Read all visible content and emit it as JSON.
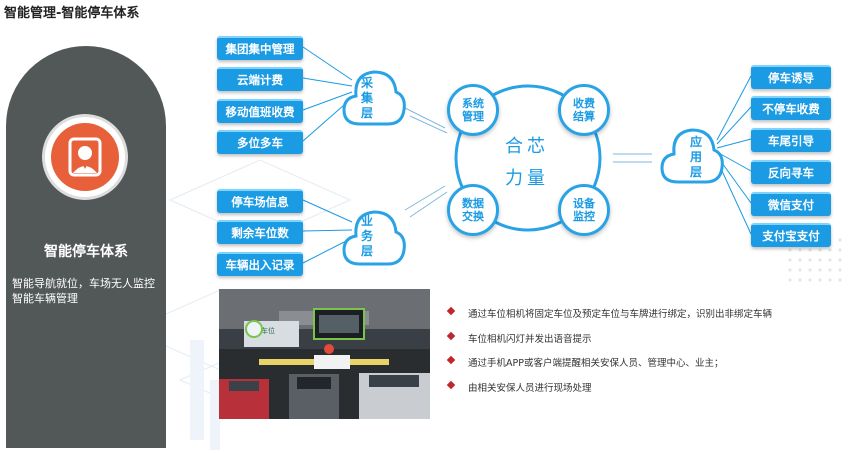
{
  "title": "智能管理-智能停车体系",
  "left_panel": {
    "title": "智能停车体系",
    "desc_line1": "智能导航就位，车场无人监控",
    "desc_line2": "智能车辆管理"
  },
  "collection_layer": {
    "label": [
      "采",
      "集",
      "层"
    ],
    "items": [
      "集团集中管理",
      "云端计费",
      "移动值班收费",
      "多位多车"
    ]
  },
  "business_layer": {
    "label": [
      "业",
      "务",
      "层"
    ],
    "items": [
      "停车场信息",
      "剩余车位数",
      "车辆出入记录"
    ]
  },
  "application_layer": {
    "label": [
      "应",
      "用",
      "层"
    ],
    "items": [
      "停车诱导",
      "不停车收费",
      "车尾引导",
      "反向寻车",
      "微信支付",
      "支付宝支付"
    ]
  },
  "hub": {
    "center_line1": "合芯",
    "center_line2": "力量",
    "nodes": [
      {
        "line1": "系统",
        "line2": "管理"
      },
      {
        "line1": "收费",
        "line2": "结算"
      },
      {
        "line1": "数据",
        "line2": "交换"
      },
      {
        "line1": "设备",
        "line2": "监控"
      }
    ]
  },
  "notes": [
    "通过车位相机将固定车位及预定车位与车牌进行绑定，识别出非绑定车辆",
    "车位相机闪灯并发出语音提示",
    "通过手机APP或客户端提醒相关安保人员、管理中心、业主；",
    "由相关安保人员进行现场处理"
  ],
  "photo": {
    "sign_text": "固定车位"
  },
  "colors": {
    "accent": "#1a9be4",
    "panel": "#525757",
    "avatar": "#e8603a",
    "bullet": "#c0272d"
  }
}
